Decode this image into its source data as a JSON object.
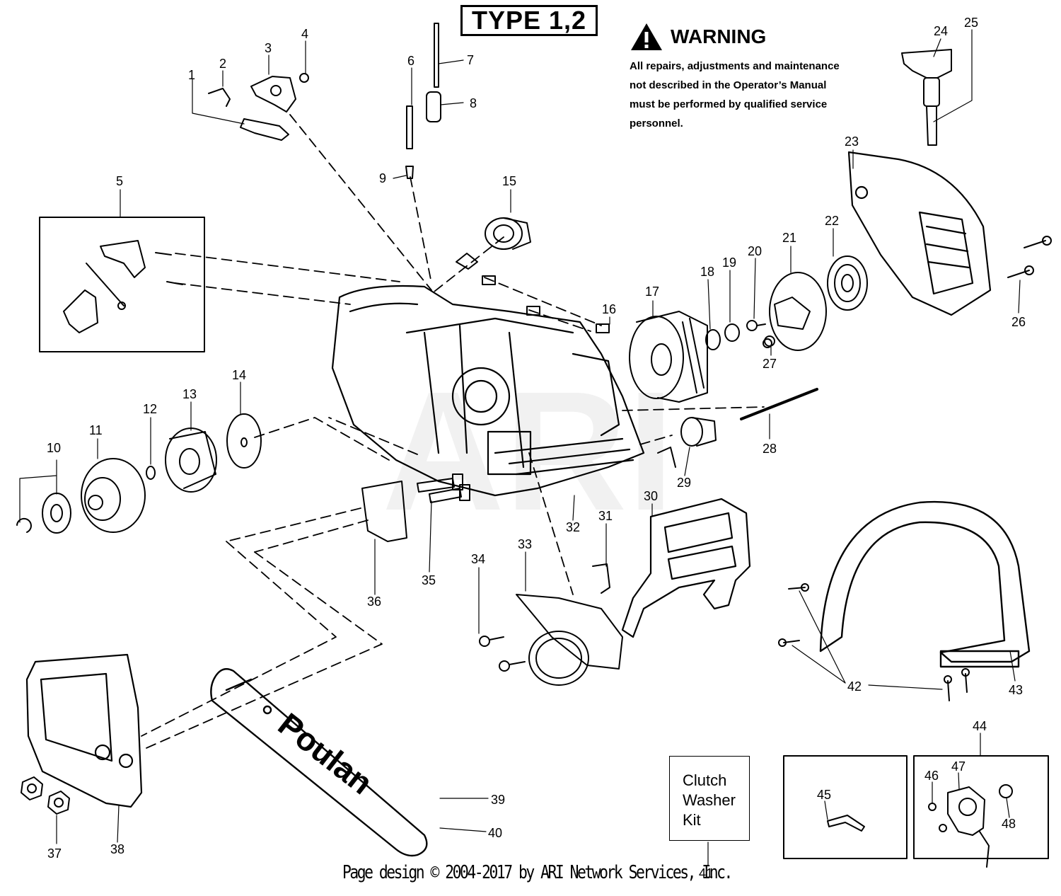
{
  "header": {
    "type_label": "TYPE 1,2"
  },
  "warning": {
    "title": "WARNING",
    "lines": [
      "All repairs, adjustments and maintenance",
      "not described in the Operator’s Manual",
      "must be performed by qualified  service",
      "personnel."
    ]
  },
  "kit": {
    "lines": [
      "Clutch",
      "Washer",
      "Kit"
    ]
  },
  "brand_label": "Poulan",
  "watermark": "ARI",
  "footer": {
    "text": "Page design © 2004-2017 by ARI Network Services, Inc."
  },
  "part_numbers": [
    "1",
    "2",
    "3",
    "4",
    "5",
    "6",
    "7",
    "8",
    "9",
    "10",
    "11",
    "12",
    "13",
    "14",
    "15",
    "16",
    "17",
    "18",
    "19",
    "20",
    "21",
    "22",
    "23",
    "24",
    "25",
    "26",
    "27",
    "28",
    "29",
    "30",
    "31",
    "32",
    "33",
    "34",
    "35",
    "36",
    "37",
    "38",
    "39",
    "40",
    "41",
    "42",
    "43",
    "44",
    "45",
    "46",
    "47",
    "48"
  ],
  "colors": {
    "line": "#000000",
    "background": "#ffffff"
  }
}
